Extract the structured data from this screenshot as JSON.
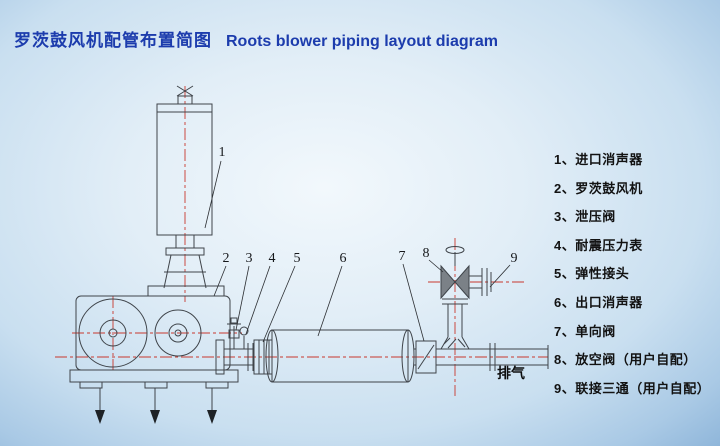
{
  "header": {
    "title_zh": "罗茨鼓风机配管布置简图",
    "title_en": "Roots blower piping layout diagram"
  },
  "diagram": {
    "exhaust_label": "排气",
    "callouts": [
      "1",
      "2",
      "3",
      "4",
      "5",
      "6",
      "7",
      "8",
      "9"
    ]
  },
  "legend": {
    "items": [
      "1、进口消声器",
      "2、罗茨鼓风机",
      "3、泄压阀",
      "4、耐震压力表",
      "5、弹性接头",
      "6、出口消声器",
      "7、单向阀",
      "8、放空阀（用户自配）",
      "9、联接三通（用户自配）"
    ]
  },
  "colors": {
    "title_blue": "#1c3cad",
    "drawing_line": "#3f444a",
    "centerline_red": "#c8382e",
    "background_blue": "#a9c9e5"
  }
}
